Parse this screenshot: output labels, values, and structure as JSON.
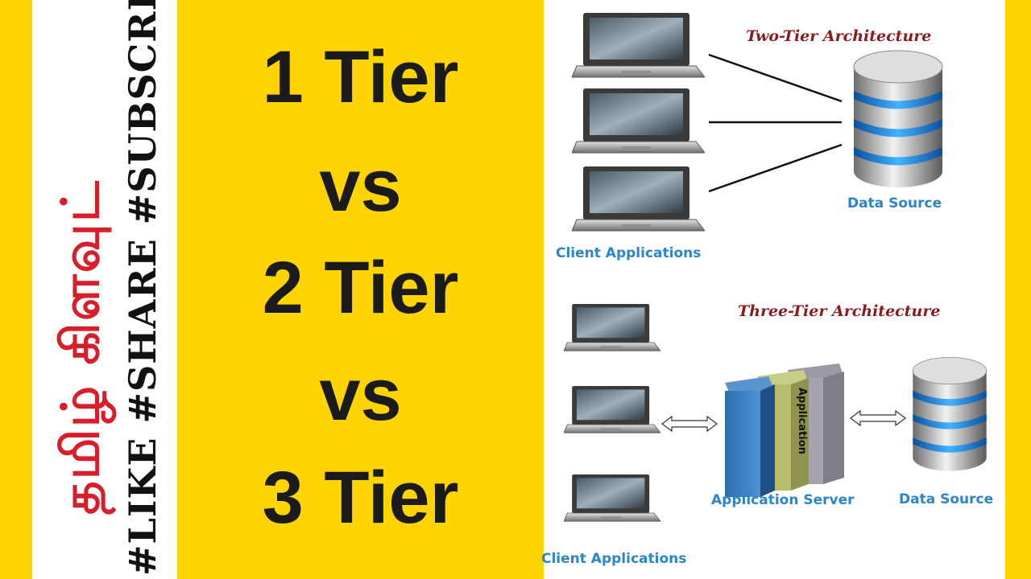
{
  "channel": {
    "tamil_title": "தமிழ் கிளவுட்",
    "hashtags": "#LIKE #SHARE #SUBSCRIBE"
  },
  "headline": {
    "line1": "1 Tier",
    "line2": "vs",
    "line3": "2 Tier",
    "line4": "vs",
    "line5": "3 Tier"
  },
  "two_tier": {
    "title": "Two-Tier Architecture",
    "clients_label": "Client Applications",
    "db_label": "Data Source"
  },
  "three_tier": {
    "title": "Three-Tier Architecture",
    "clients_label": "Client Applications",
    "server_label": "Application Server",
    "server_box_text": "Application",
    "db_label": "Data Source"
  },
  "colors": {
    "yellow": "#FFD400",
    "tamil_red": "#d81e2a",
    "title_red": "#8b1b1b",
    "label_blue": "#2a86c8"
  }
}
